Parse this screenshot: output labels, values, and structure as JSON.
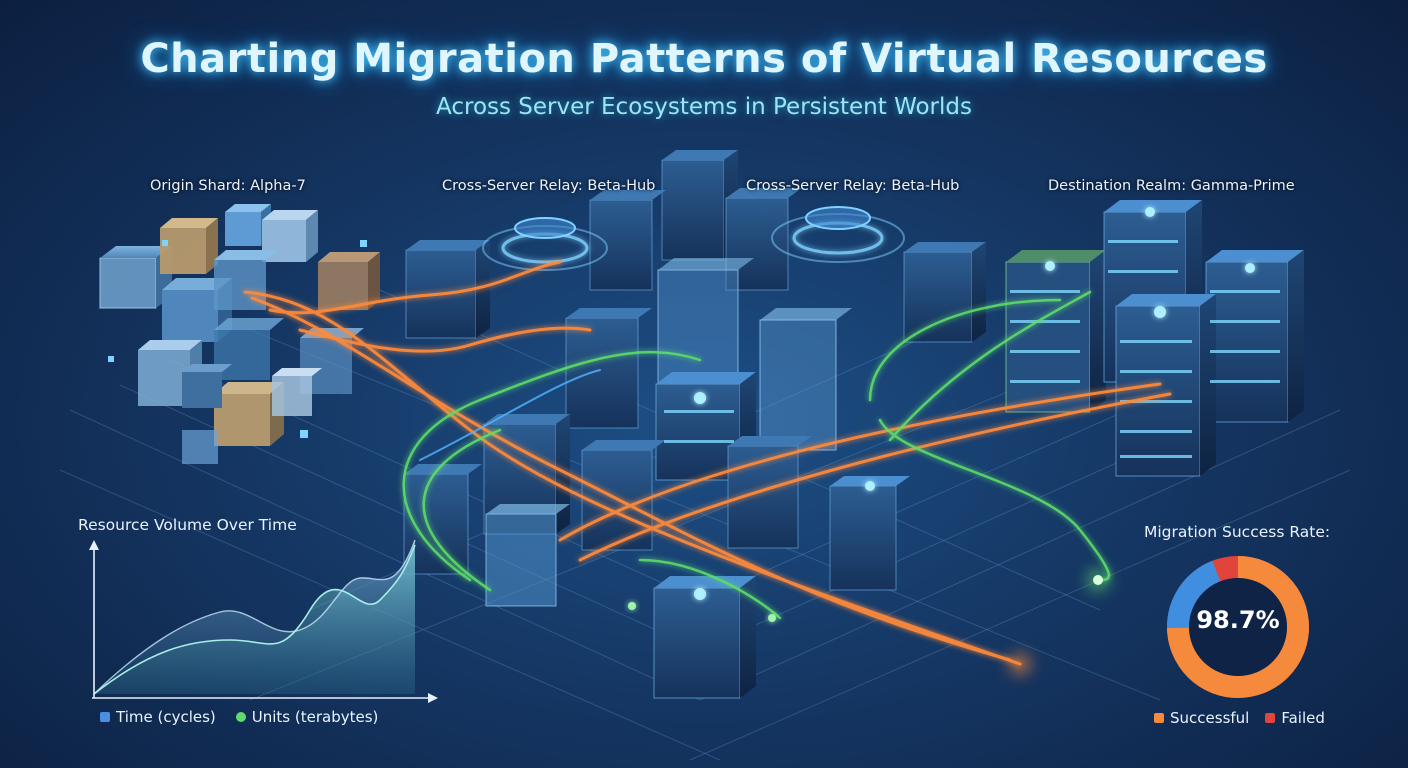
{
  "header": {
    "title": "Charting Migration Patterns of Virtual Resources",
    "subtitle": "Across Server Ecosystems in Persistent Worlds"
  },
  "regions": {
    "origin": "Origin Shard: Alpha-7",
    "relay_1": "Cross-Server Relay: Beta-Hub",
    "relay_2": "Cross-Server Relay: Beta-Hub",
    "destination": "Destination Realm: Gamma-Prime"
  },
  "volume_panel": {
    "title": "Resource Volume Over Time",
    "legend": [
      {
        "label": "Time (cycles)",
        "color": "#4a90e2"
      },
      {
        "label": "Units (terabytes)",
        "color": "#5fdc6a"
      }
    ]
  },
  "success_panel": {
    "title": "Migration Success Rate:",
    "value_text": "98.7%",
    "legend": [
      {
        "label": "Successful",
        "color": "#f58a3c"
      },
      {
        "label": "Failed",
        "color": "#e0443a"
      }
    ]
  },
  "colors": {
    "orange_flow": "#ff8a3a",
    "green_flow": "#5ee06a",
    "blue_flow": "#4fb6ff",
    "server_glow": "#6fdcff"
  }
}
